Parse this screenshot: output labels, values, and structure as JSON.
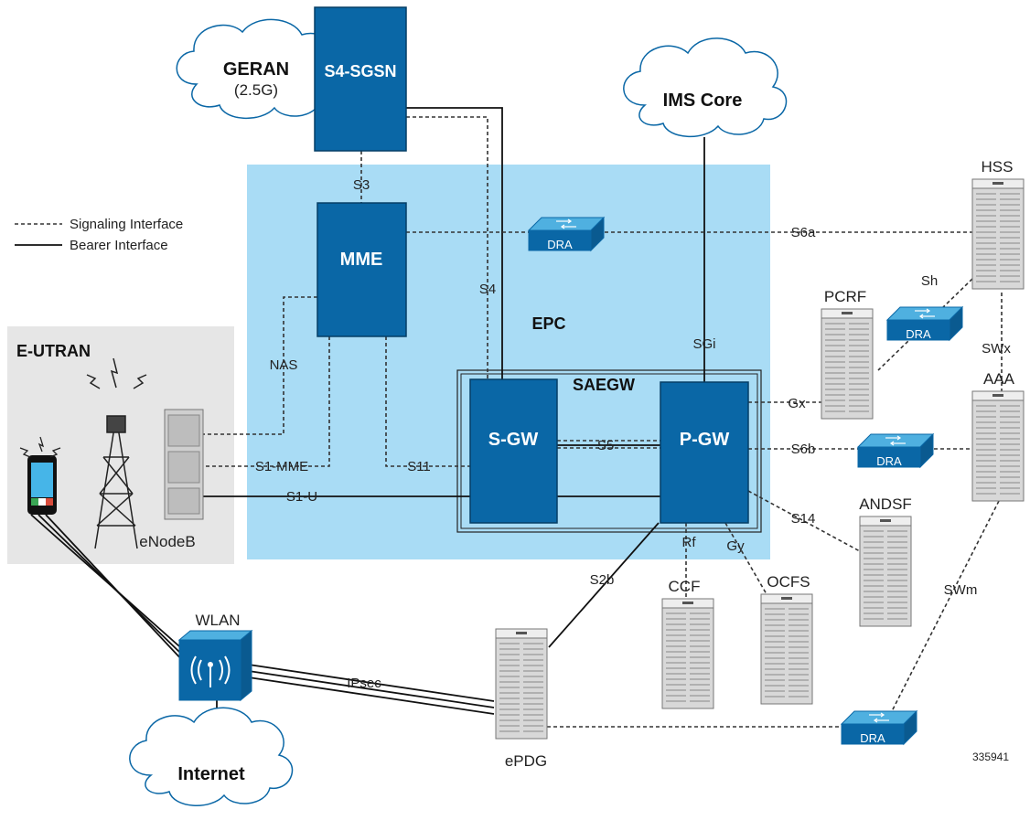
{
  "legend": {
    "signaling": "Signaling Interface",
    "bearer": "Bearer Interface"
  },
  "regions": {
    "epc": "EPC",
    "e_utran": "E-UTRAN",
    "saegw": "SAEGW"
  },
  "nodes": {
    "geran": "GERAN",
    "geran_sub": "(2.5G)",
    "s4_sgsn": "S4-SGSN",
    "ims_core": "IMS Core",
    "mme": "MME",
    "s_gw": "S-GW",
    "p_gw": "P-GW",
    "hss": "HSS",
    "pcrf": "PCRF",
    "aaa": "AAA",
    "andsf": "ANDSF",
    "ccf": "CCF",
    "ocfs": "OCFS",
    "enodeb": "eNodeB",
    "wlan": "WLAN",
    "internet": "Internet",
    "epdg": "ePDG",
    "dra": "DRA"
  },
  "interfaces": {
    "s3": "S3",
    "s4": "S4",
    "s6a": "S6a",
    "sh": "Sh",
    "swx": "SWx",
    "sgi": "SGi",
    "nas": "NAS",
    "s1_mme": "S1-MME",
    "s11": "S11",
    "s5": "S5",
    "gx": "Gx",
    "s6b": "S6b",
    "s1_u": "S1-U",
    "s14": "S14",
    "rf": "Rf",
    "gy": "Gy",
    "s2b": "S2b",
    "swm": "SWm",
    "ipsec": "IPsec"
  },
  "figure_id": "335941",
  "colors": {
    "node_blue": "#0a67a6",
    "epc_fill": "#a9dcf5",
    "eutran_fill": "#e6e6e6"
  }
}
